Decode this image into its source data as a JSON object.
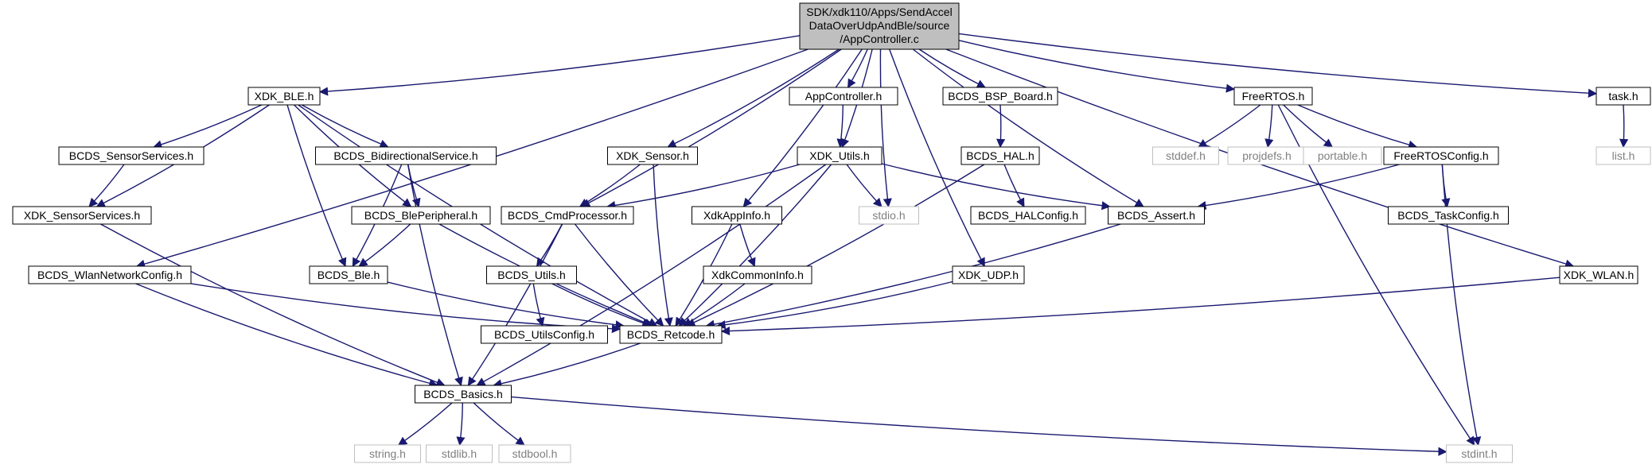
{
  "diagram": {
    "edge_color": "#191970",
    "root": {
      "lines": [
        "SDK/xdk110/Apps/SendAccel",
        "DataOverUdpAndBle/source",
        "/AppController.c"
      ],
      "fill": "#bfbfbf"
    },
    "nodes": [
      {
        "id": "xdk_ble",
        "label": "XDK_BLE.h",
        "style": "normal"
      },
      {
        "id": "appcontroller_h",
        "label": "AppController.h",
        "style": "normal"
      },
      {
        "id": "bsp_board",
        "label": "BCDS_BSP_Board.h",
        "style": "normal"
      },
      {
        "id": "freertos",
        "label": "FreeRTOS.h",
        "style": "normal"
      },
      {
        "id": "task_h",
        "label": "task.h",
        "style": "normal"
      },
      {
        "id": "sensor_services",
        "label": "BCDS_SensorServices.h",
        "style": "normal"
      },
      {
        "id": "bidir_service",
        "label": "BCDS_BidirectionalService.h",
        "style": "normal"
      },
      {
        "id": "xdk_sensor",
        "label": "XDK_Sensor.h",
        "style": "normal"
      },
      {
        "id": "xdk_utils",
        "label": "XDK_Utils.h",
        "style": "normal"
      },
      {
        "id": "bcds_hal",
        "label": "BCDS_HAL.h",
        "style": "normal"
      },
      {
        "id": "stddef",
        "label": "stddef.h",
        "style": "system"
      },
      {
        "id": "projdefs",
        "label": "projdefs.h",
        "style": "system"
      },
      {
        "id": "portable",
        "label": "portable.h",
        "style": "system"
      },
      {
        "id": "freertos_config",
        "label": "FreeRTOSConfig.h",
        "style": "normal"
      },
      {
        "id": "list_h",
        "label": "list.h",
        "style": "system"
      },
      {
        "id": "xdk_sensor_services",
        "label": "XDK_SensorServices.h",
        "style": "normal"
      },
      {
        "id": "ble_peripheral",
        "label": "BCDS_BlePeripheral.h",
        "style": "normal"
      },
      {
        "id": "cmd_processor",
        "label": "BCDS_CmdProcessor.h",
        "style": "normal"
      },
      {
        "id": "xdk_appinfo",
        "label": "XdkAppInfo.h",
        "style": "normal"
      },
      {
        "id": "stdio",
        "label": "stdio.h",
        "style": "system"
      },
      {
        "id": "hal_config",
        "label": "BCDS_HALConfig.h",
        "style": "normal"
      },
      {
        "id": "bcds_assert",
        "label": "BCDS_Assert.h",
        "style": "normal"
      },
      {
        "id": "task_config",
        "label": "BCDS_TaskConfig.h",
        "style": "normal"
      },
      {
        "id": "wlan_netconfig",
        "label": "BCDS_WlanNetworkConfig.h",
        "style": "normal"
      },
      {
        "id": "bcds_ble",
        "label": "BCDS_Ble.h",
        "style": "normal"
      },
      {
        "id": "bcds_utils",
        "label": "BCDS_Utils.h",
        "style": "normal"
      },
      {
        "id": "xdk_commoninfo",
        "label": "XdkCommonInfo.h",
        "style": "normal"
      },
      {
        "id": "xdk_udp",
        "label": "XDK_UDP.h",
        "style": "normal"
      },
      {
        "id": "xdk_wlan",
        "label": "XDK_WLAN.h",
        "style": "normal"
      },
      {
        "id": "utils_config",
        "label": "BCDS_UtilsConfig.h",
        "style": "normal"
      },
      {
        "id": "bcds_retcode",
        "label": "BCDS_Retcode.h",
        "style": "normal"
      },
      {
        "id": "bcds_basics",
        "label": "BCDS_Basics.h",
        "style": "normal"
      },
      {
        "id": "string_h",
        "label": "string.h",
        "style": "system"
      },
      {
        "id": "stdlib_h",
        "label": "stdlib.h",
        "style": "system"
      },
      {
        "id": "stdbool_h",
        "label": "stdbool.h",
        "style": "system"
      },
      {
        "id": "stdint_h",
        "label": "stdint.h",
        "style": "system"
      }
    ],
    "edges": [
      [
        "root",
        "xdk_ble"
      ],
      [
        "root",
        "appcontroller_h"
      ],
      [
        "root",
        "bsp_board"
      ],
      [
        "root",
        "freertos"
      ],
      [
        "root",
        "task_h"
      ],
      [
        "root",
        "xdk_sensor"
      ],
      [
        "root",
        "xdk_utils"
      ],
      [
        "root",
        "cmd_processor"
      ],
      [
        "root",
        "xdk_appinfo"
      ],
      [
        "root",
        "stdio"
      ],
      [
        "root",
        "bcds_assert"
      ],
      [
        "root",
        "wlan_netconfig"
      ],
      [
        "root",
        "xdk_udp"
      ],
      [
        "root",
        "xdk_wlan"
      ],
      [
        "xdk_ble",
        "sensor_services"
      ],
      [
        "xdk_ble",
        "bidir_service"
      ],
      [
        "xdk_ble",
        "ble_peripheral"
      ],
      [
        "xdk_ble",
        "xdk_sensor_services"
      ],
      [
        "xdk_ble",
        "bcds_ble"
      ],
      [
        "xdk_ble",
        "bcds_retcode"
      ],
      [
        "sensor_services",
        "xdk_sensor_services"
      ],
      [
        "bidir_service",
        "ble_peripheral"
      ],
      [
        "bidir_service",
        "bcds_ble"
      ],
      [
        "bidir_service",
        "bcds_basics"
      ],
      [
        "ble_peripheral",
        "bcds_ble"
      ],
      [
        "ble_peripheral",
        "bcds_retcode"
      ],
      [
        "xdk_sensor_services",
        "bcds_basics"
      ],
      [
        "bcds_ble",
        "bcds_retcode"
      ],
      [
        "wlan_netconfig",
        "bcds_retcode"
      ],
      [
        "wlan_netconfig",
        "bcds_basics"
      ],
      [
        "appcontroller_h",
        "xdk_utils"
      ],
      [
        "xdk_utils",
        "cmd_processor"
      ],
      [
        "xdk_utils",
        "stdio"
      ],
      [
        "xdk_utils",
        "bcds_assert"
      ],
      [
        "xdk_utils",
        "bcds_retcode"
      ],
      [
        "xdk_utils",
        "bcds_basics"
      ],
      [
        "xdk_sensor",
        "cmd_processor"
      ],
      [
        "xdk_sensor",
        "bcds_retcode"
      ],
      [
        "cmd_processor",
        "bcds_utils"
      ],
      [
        "cmd_processor",
        "bcds_retcode"
      ],
      [
        "cmd_processor",
        "bcds_basics"
      ],
      [
        "bcds_utils",
        "utils_config"
      ],
      [
        "bcds_utils",
        "bcds_retcode"
      ],
      [
        "xdk_appinfo",
        "xdk_commoninfo"
      ],
      [
        "xdk_appinfo",
        "bcds_retcode"
      ],
      [
        "xdk_commoninfo",
        "bcds_retcode"
      ],
      [
        "bsp_board",
        "bcds_hal"
      ],
      [
        "bcds_hal",
        "hal_config"
      ],
      [
        "bcds_hal",
        "bcds_retcode"
      ],
      [
        "bcds_assert",
        "bcds_retcode"
      ],
      [
        "freertos",
        "stddef"
      ],
      [
        "freertos",
        "projdefs"
      ],
      [
        "freertos",
        "portable"
      ],
      [
        "freertos",
        "freertos_config"
      ],
      [
        "freertos",
        "stdint_h"
      ],
      [
        "freertos_config",
        "bcds_assert"
      ],
      [
        "freertos_config",
        "task_config"
      ],
      [
        "freertos_config",
        "stdint_h"
      ],
      [
        "task_h",
        "list_h"
      ],
      [
        "xdk_udp",
        "bcds_retcode"
      ],
      [
        "xdk_wlan",
        "bcds_retcode"
      ],
      [
        "bcds_retcode",
        "bcds_basics"
      ],
      [
        "bcds_basics",
        "string_h"
      ],
      [
        "bcds_basics",
        "stdlib_h"
      ],
      [
        "bcds_basics",
        "stdbool_h"
      ],
      [
        "bcds_basics",
        "stdint_h"
      ]
    ]
  }
}
